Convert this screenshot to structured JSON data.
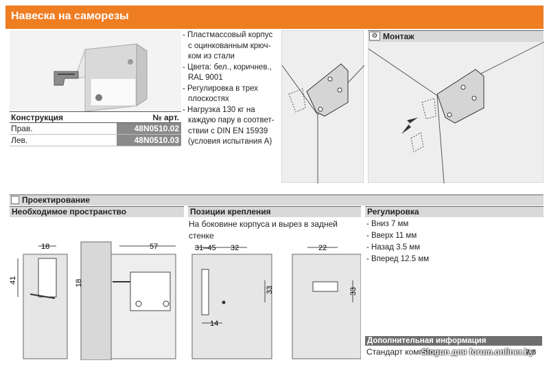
{
  "header": {
    "title": "Навеска на саморезы"
  },
  "product_table": {
    "col_construction": "Конструкция",
    "col_article": "№ арт.",
    "rows": [
      {
        "construction": "Прав.",
        "article": "48N0510.02"
      },
      {
        "construction": "Лев.",
        "article": "48N0510.03"
      }
    ]
  },
  "features": [
    "- Пластмассовый корпус с оцинкованным крюч-ком из стали",
    "- Цвета: бел., коричнев., RAL 9001",
    "- Регулировка в трех плоскостях",
    "- Нагрузка 130 кг на каждую пару в соответ-ствии с DIN EN 15939 (условия испытания А)"
  ],
  "mounting": {
    "title": "Монтаж"
  },
  "design": {
    "title": "Проектирование",
    "space": {
      "title": "Необходимое пространство",
      "dims": {
        "w18": "18",
        "h41": "41",
        "v18": "18",
        "w57": "57"
      }
    },
    "positions": {
      "title": "Позиции крепления",
      "text": "На боковине корпуса и вырез в задней стенке",
      "dims": {
        "d3145": "31–45",
        "d32": "32",
        "d33a": "33",
        "d14": "14",
        "d22": "22",
        "d33b": "33"
      }
    },
    "adjustment": {
      "title": "Регулировка",
      "items": [
        "- Вниз 7 мм",
        "- Вверх 11 мм",
        "- Назад 3.5 мм",
        "- Вперед 12.5 мм"
      ]
    }
  },
  "additional": {
    "title": "Дополнительная информация",
    "text": "Стандарт комплект"
  },
  "page_mark": "7.8",
  "watermark": "Slogun для forum.onliner.by",
  "colors": {
    "accent": "#ef7d22",
    "article_bg": "#8a8a8a",
    "panel": "#eeeeee"
  }
}
